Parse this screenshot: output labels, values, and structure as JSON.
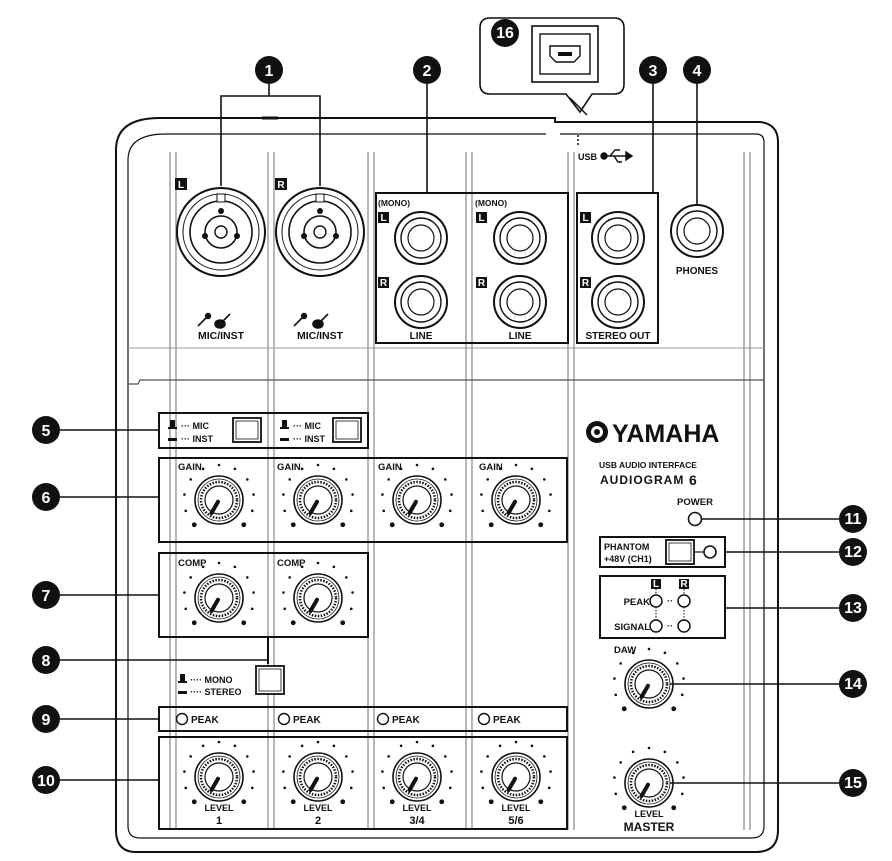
{
  "callouts": [
    "1",
    "2",
    "3",
    "4",
    "5",
    "6",
    "7",
    "8",
    "9",
    "10",
    "11",
    "12",
    "13",
    "14",
    "15",
    "16"
  ],
  "usb_label": "USB",
  "channel_tags": {
    "left": "L",
    "right": "R"
  },
  "mic_inst_label": "MIC/INST",
  "mono_label": "(MONO)",
  "line_label": "LINE",
  "stereo_out_label": "STEREO OUT",
  "phones_label": "PHONES",
  "mic_switch": {
    "pressed": "MIC",
    "released": "INST"
  },
  "gain_label": "GAIN",
  "comp_label": "COMP",
  "mono_stereo_switch": {
    "pressed": "MONO",
    "released": "STEREO"
  },
  "peak_label": "PEAK",
  "signal_label": "SIGNAL",
  "level_label": "LEVEL",
  "channel_numbers": [
    "1",
    "2",
    "3/4",
    "5/6"
  ],
  "brand": "YAMAHA",
  "product_line1": "USB AUDIO INTERFACE",
  "product_line2": "AUDIOGRAM",
  "product_model": "6",
  "power_label": "POWER",
  "phantom_line1": "PHANTOM",
  "phantom_line2": "+48V (CH1)",
  "daw_label": "DAW",
  "master_label": "MASTER"
}
